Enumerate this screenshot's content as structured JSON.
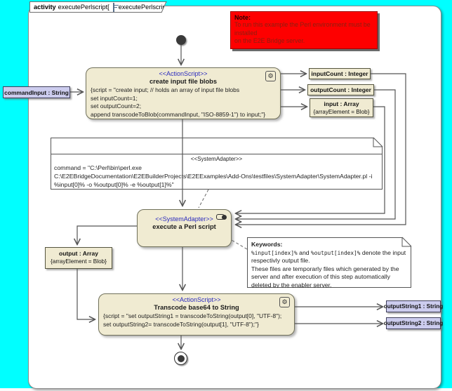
{
  "colors": {
    "background": "#00ffff",
    "node_fill": "#f0ebd2",
    "node_border": "#70705a",
    "stereotype_text": "#2b2bbe",
    "pin_fill": "#ccccee",
    "red_note_bg": "#fe0000",
    "line": "#555555"
  },
  "frame_tab": {
    "keyword": "activity",
    "name_left": "executePerlscript[ ",
    "name_right": " executePerlscript ]"
  },
  "red_note": {
    "title": "Note:",
    "body": "To run this example the Perl environment must be installed\non the E2E Bridge server."
  },
  "icons": {
    "tab": "activity-diagram-icon",
    "action": "gear-icon",
    "action_glyph": "⚙",
    "adapter": "system-adapter-icon"
  },
  "nodes": {
    "create": {
      "stereotype": "<<ActionScript>>",
      "title": "create input file blobs",
      "script": [
        "{script = \"create input; // holds an array of input file blobs",
        "set inputCount=1;",
        "set outputCount=2;",
        "append transcodeToBlob(commandInput, \"ISO-8859-1\") to input;\"}"
      ]
    },
    "execute": {
      "stereotype": "<<SystemAdapter>>",
      "title": "execute a Perl script"
    },
    "transcode": {
      "stereotype": "<<ActionScript>>",
      "title": "Transcode base64 to String",
      "script": [
        "{script = \"set outputString1 = transcodeToString(output[0], \"UTF-8\");",
        "set outputString2= transcodeToString(output[1], \"UTF-8\");\"}"
      ]
    }
  },
  "pins": {
    "commandInput": "commandInput : String",
    "inputCount": "inputCount : Integer",
    "outputCount": "outputCount : Integer",
    "input_title": "input : Array",
    "input_sub": "{arrayElement = Blob}",
    "output_title": "output : Array",
    "output_sub": "{arrayElement = Blob}",
    "outputString1": "outputString1 : String",
    "outputString2": "outputString2 : String"
  },
  "adapter_note": {
    "stereotype": "<<SystemAdapter>>",
    "lines": [
      "command = \"C:\\Perl\\bin\\perl.exe",
      "C:\\E2EBridgeDocumentation\\E2EBuilderProjects\\E2EExamples\\Add-Ons\\testfiles\\SystemAdapter\\SystemAdapter.pl -i",
      "%input[0]% -o %output[0]% -e %output[1]%\""
    ]
  },
  "keywords_note": {
    "title": "Keywords:",
    "mono1": "%input[index]%",
    "mid": " and ",
    "mono2": "%output[index]%",
    "tail": " denote the input",
    "line2": "respectivly output file.",
    "line3": "These files are temporarly files which generated by the",
    "line4": "server and after execution of this step automatically",
    "line5": "deleted by the enabler server."
  }
}
